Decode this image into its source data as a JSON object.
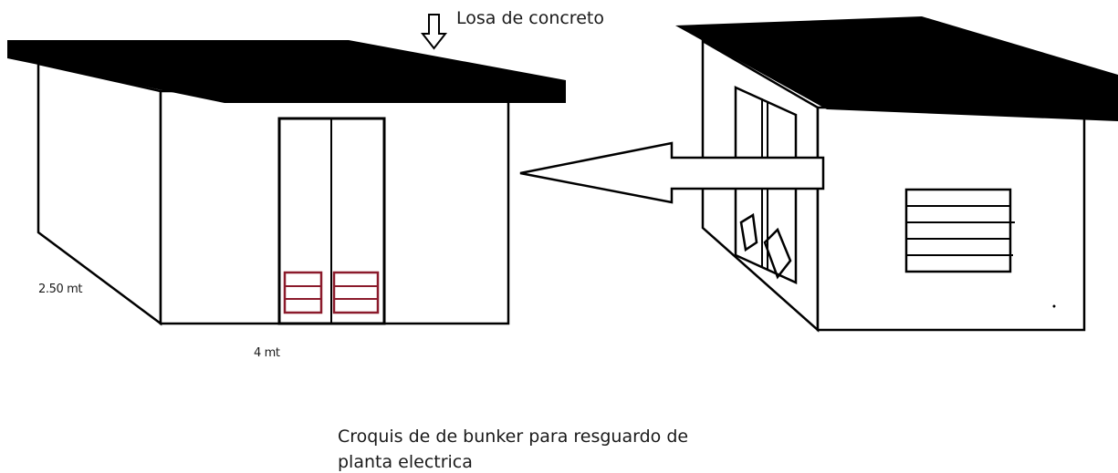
{
  "annotations": {
    "roof_label": "Losa de concreto",
    "depth_dimension": "2.50 mt",
    "width_dimension": "4 mt"
  },
  "caption": {
    "line1": "Croquis de de bunker para resguardo de",
    "line2": "planta electrica"
  },
  "colors": {
    "ink": "#000000",
    "frame_vents": "#8b1a2b",
    "background": "#ffffff"
  }
}
